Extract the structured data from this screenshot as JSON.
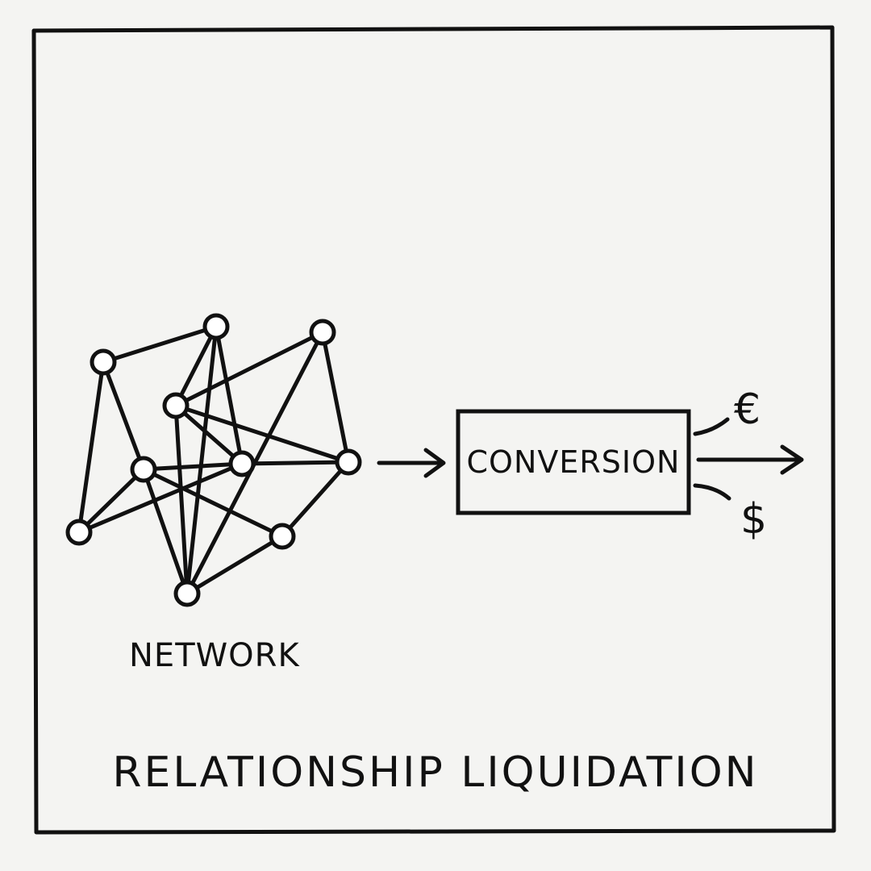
{
  "network_label": "NETWORK",
  "process_label": "CONVERSION",
  "currency_euro": "€",
  "currency_dollar": "$",
  "title": "RELATIONSHIP LIQUIDATION",
  "ink_color": "#111111",
  "paper_color": "#f4f4f2"
}
